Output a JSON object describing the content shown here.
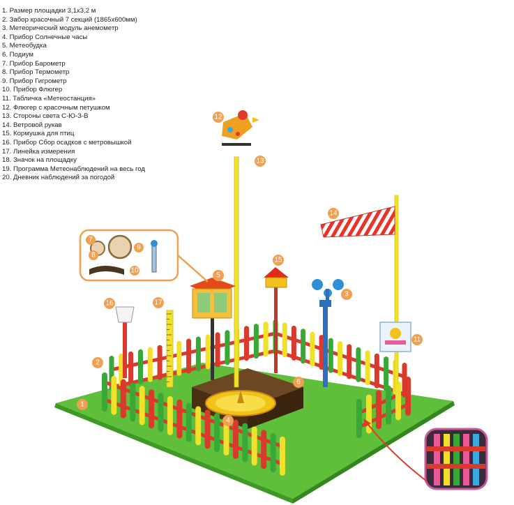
{
  "legend": [
    "1. Размер площадки 3,1х3,2 м",
    "2. Забор красочный 7 секций (1865х600мм)",
    "3. Метеорический модуль анемометр",
    "4. Прибор Солнечные часы",
    "5. Метеобудка",
    "6. Подиум",
    "7. Прибор Барометр",
    "8. Прибор Термометр",
    "9. Прибор Гигрометр",
    "10. Прибор Флюгер",
    "11. Табличка «Метеостанция»",
    "12. Флюгер с красочным петушком",
    "13. Стороны света С-Ю-З-В",
    "14. Ветровой рукав",
    "15. Кормушка для птиц",
    "16. Прибор Сбор осадков с метровышкой",
    "17. Линейка измерения",
    "18. Значок на площадку",
    "19. Программа Метеонаблюдений на весь год",
    "20. Дневник наблюдений за погодой"
  ],
  "callouts": [
    "1",
    "2",
    "3",
    "4",
    "5",
    "6",
    "7",
    "8",
    "9",
    "10",
    "11",
    "12",
    "13",
    "14",
    "15",
    "16",
    "17"
  ],
  "colors": {
    "grass": "#5fbf3a",
    "grass_dark": "#3f9a25",
    "fence_red": "#d93a2b",
    "fence_yellow": "#f2e12a",
    "fence_green": "#3aa836",
    "pole_yellow": "#f2e12a",
    "callout_orange": "#f0a050",
    "wood": "#5a3a1a",
    "windsock_red": "#e8322a"
  }
}
